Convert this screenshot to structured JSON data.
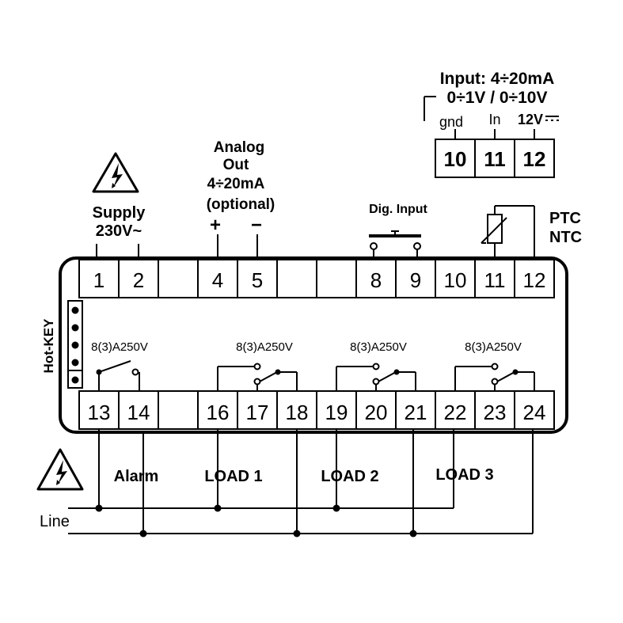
{
  "supply": {
    "label_1": "Supply",
    "label_2": "230V~"
  },
  "analog_out": {
    "line_1": "Analog",
    "line_2": "Out",
    "line_3": "4÷20mA",
    "line_4": "(optional)",
    "plus": "+",
    "minus": "−"
  },
  "dig_input": {
    "label": "Dig. Input"
  },
  "probe_input": {
    "title_1": "Input: 4÷20mA",
    "title_2": "0÷1V / 0÷10V",
    "pins": [
      {
        "label": "gnd",
        "num": "10"
      },
      {
        "label": "In",
        "num": "11"
      },
      {
        "label": "12V",
        "num": "12"
      }
    ]
  },
  "ptc_ntc": {
    "line_1": "PTC",
    "line_2": "NTC"
  },
  "hot_key": {
    "label": "Hot-KEY"
  },
  "top_terminals": [
    "1",
    "2",
    "",
    "4",
    "5",
    "",
    "",
    "8",
    "9",
    "10",
    "11",
    "12"
  ],
  "bottom_terminals": [
    "13",
    "14",
    "",
    "16",
    "17",
    "18",
    "19",
    "20",
    "21",
    "22",
    "23",
    "24"
  ],
  "relay_rating": "8(3)A250V",
  "outputs": {
    "alarm": "Alarm",
    "load1": "LOAD 1",
    "load2": "LOAD 2",
    "load3": "LOAD 3"
  },
  "line": {
    "label": "Line"
  }
}
